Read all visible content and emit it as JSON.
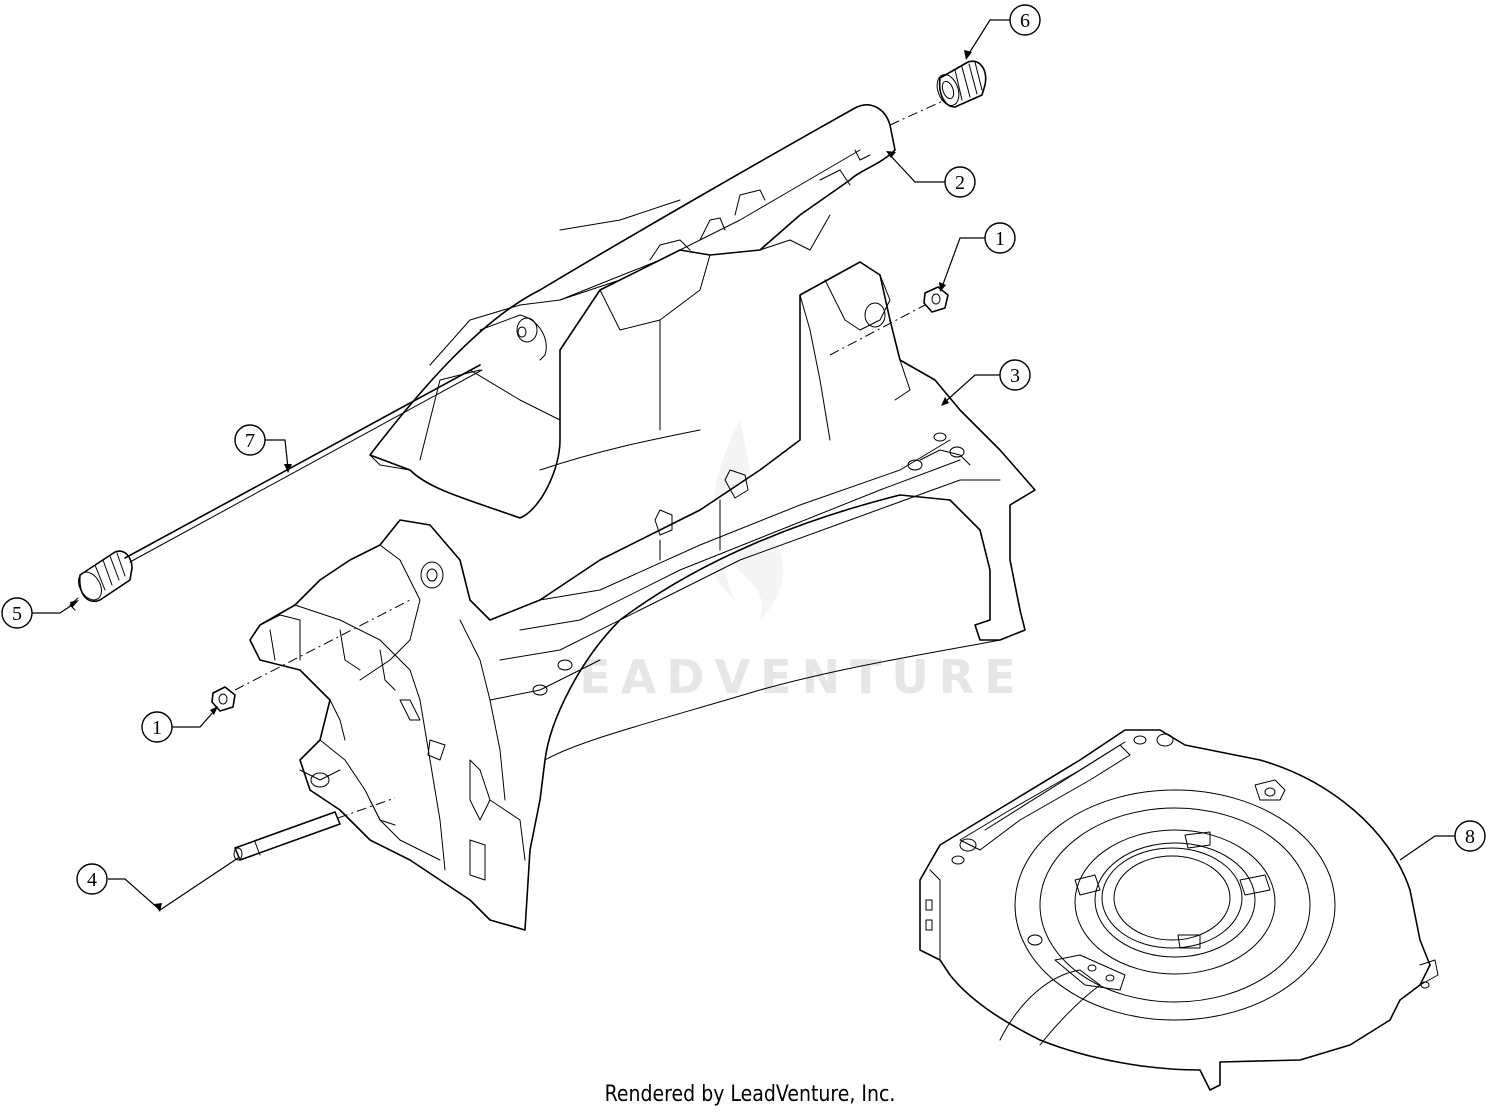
{
  "diagram": {
    "watermark_text": "LEADVENTURE",
    "callouts": [
      {
        "id": "1a",
        "label": "1"
      },
      {
        "id": "1b",
        "label": "1"
      },
      {
        "id": "2",
        "label": "2"
      },
      {
        "id": "3",
        "label": "3"
      },
      {
        "id": "4",
        "label": "4"
      },
      {
        "id": "5",
        "label": "5"
      },
      {
        "id": "6",
        "label": "6"
      },
      {
        "id": "7",
        "label": "7"
      },
      {
        "id": "8",
        "label": "8"
      }
    ]
  },
  "footer": {
    "text": "Rendered by LeadVenture, Inc."
  }
}
